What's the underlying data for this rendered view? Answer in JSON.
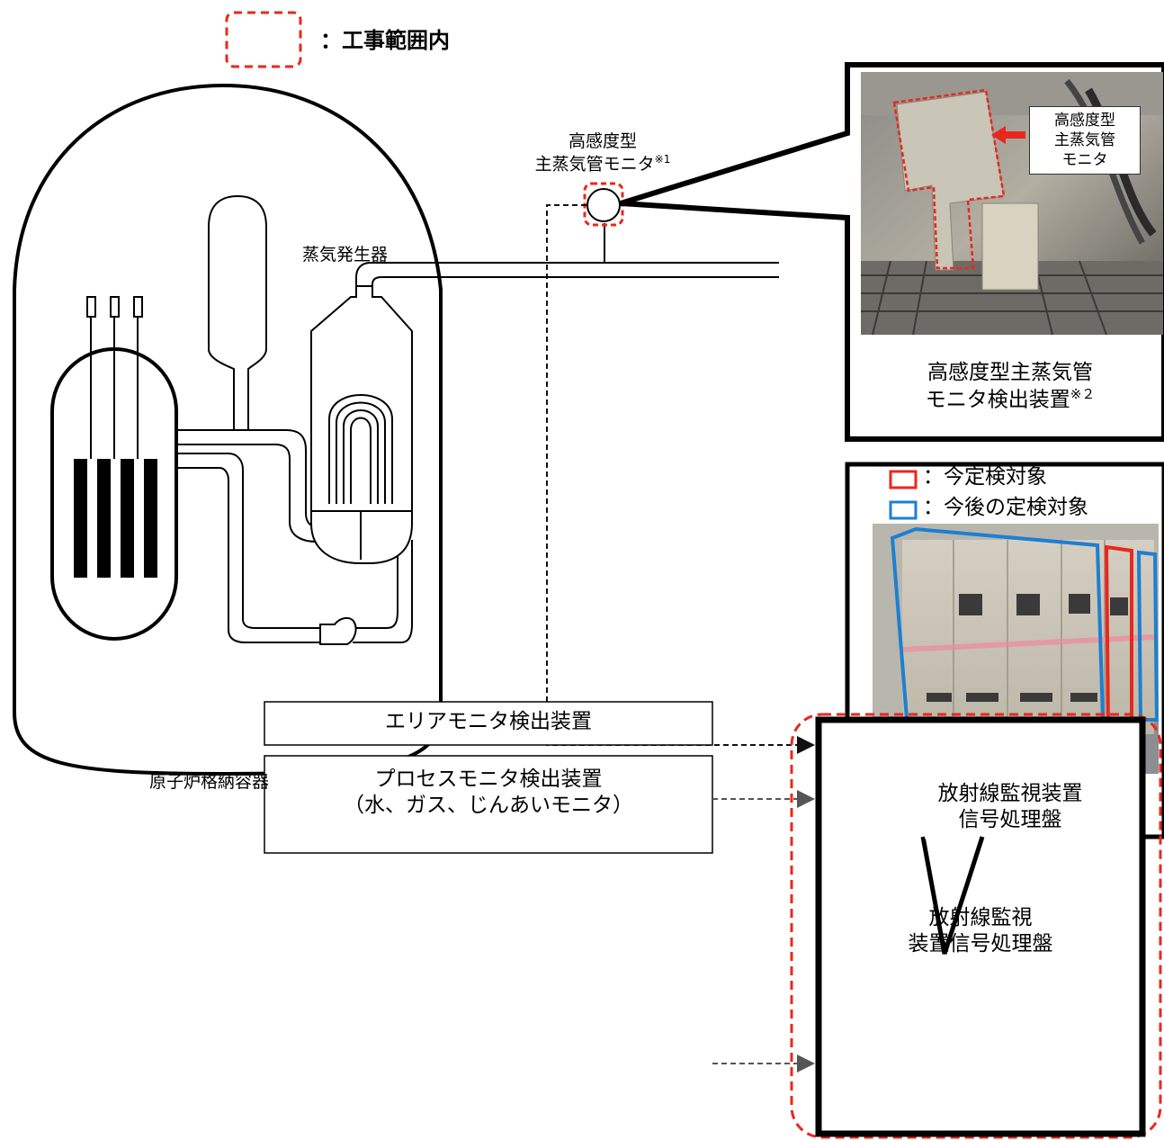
{
  "legend": {
    "scope_label": "：工事範囲内"
  },
  "labels": {
    "containment_vessel": "原子炉格納容器",
    "steam_generator": "蒸気発生器",
    "msl_monitor_line1": "高感度型",
    "msl_monitor_line2": "主蒸気管モニタ",
    "msl_monitor_note": "※1"
  },
  "callout_detector": {
    "photo_tag_line1": "高感度型",
    "photo_tag_line2": "主蒸気管",
    "photo_tag_line3": "モニタ",
    "caption_line1": "高感度型主蒸気管",
    "caption_line2": "モニタ検出装置",
    "caption_note": "※２"
  },
  "callout_panel": {
    "legend_current": "：今定検対象",
    "legend_future": "：今後の定検対象",
    "caption_line1": "放射線監視装置",
    "caption_line2": "信号処理盤"
  },
  "boxes": {
    "area_monitor": "エリアモニタ検出装置",
    "process_monitor_line1": "プロセスモニタ検出装置",
    "process_monitor_line2": "（水、ガス、じんあいモニタ）",
    "signal_panel_line1": "放射線監視",
    "signal_panel_line2": "装置信号処理盤"
  },
  "colors": {
    "scope_red": "#e8281e",
    "current_red": "#e8281e",
    "future_blue": "#1e7fd0",
    "arrow_gray": "#555555"
  }
}
